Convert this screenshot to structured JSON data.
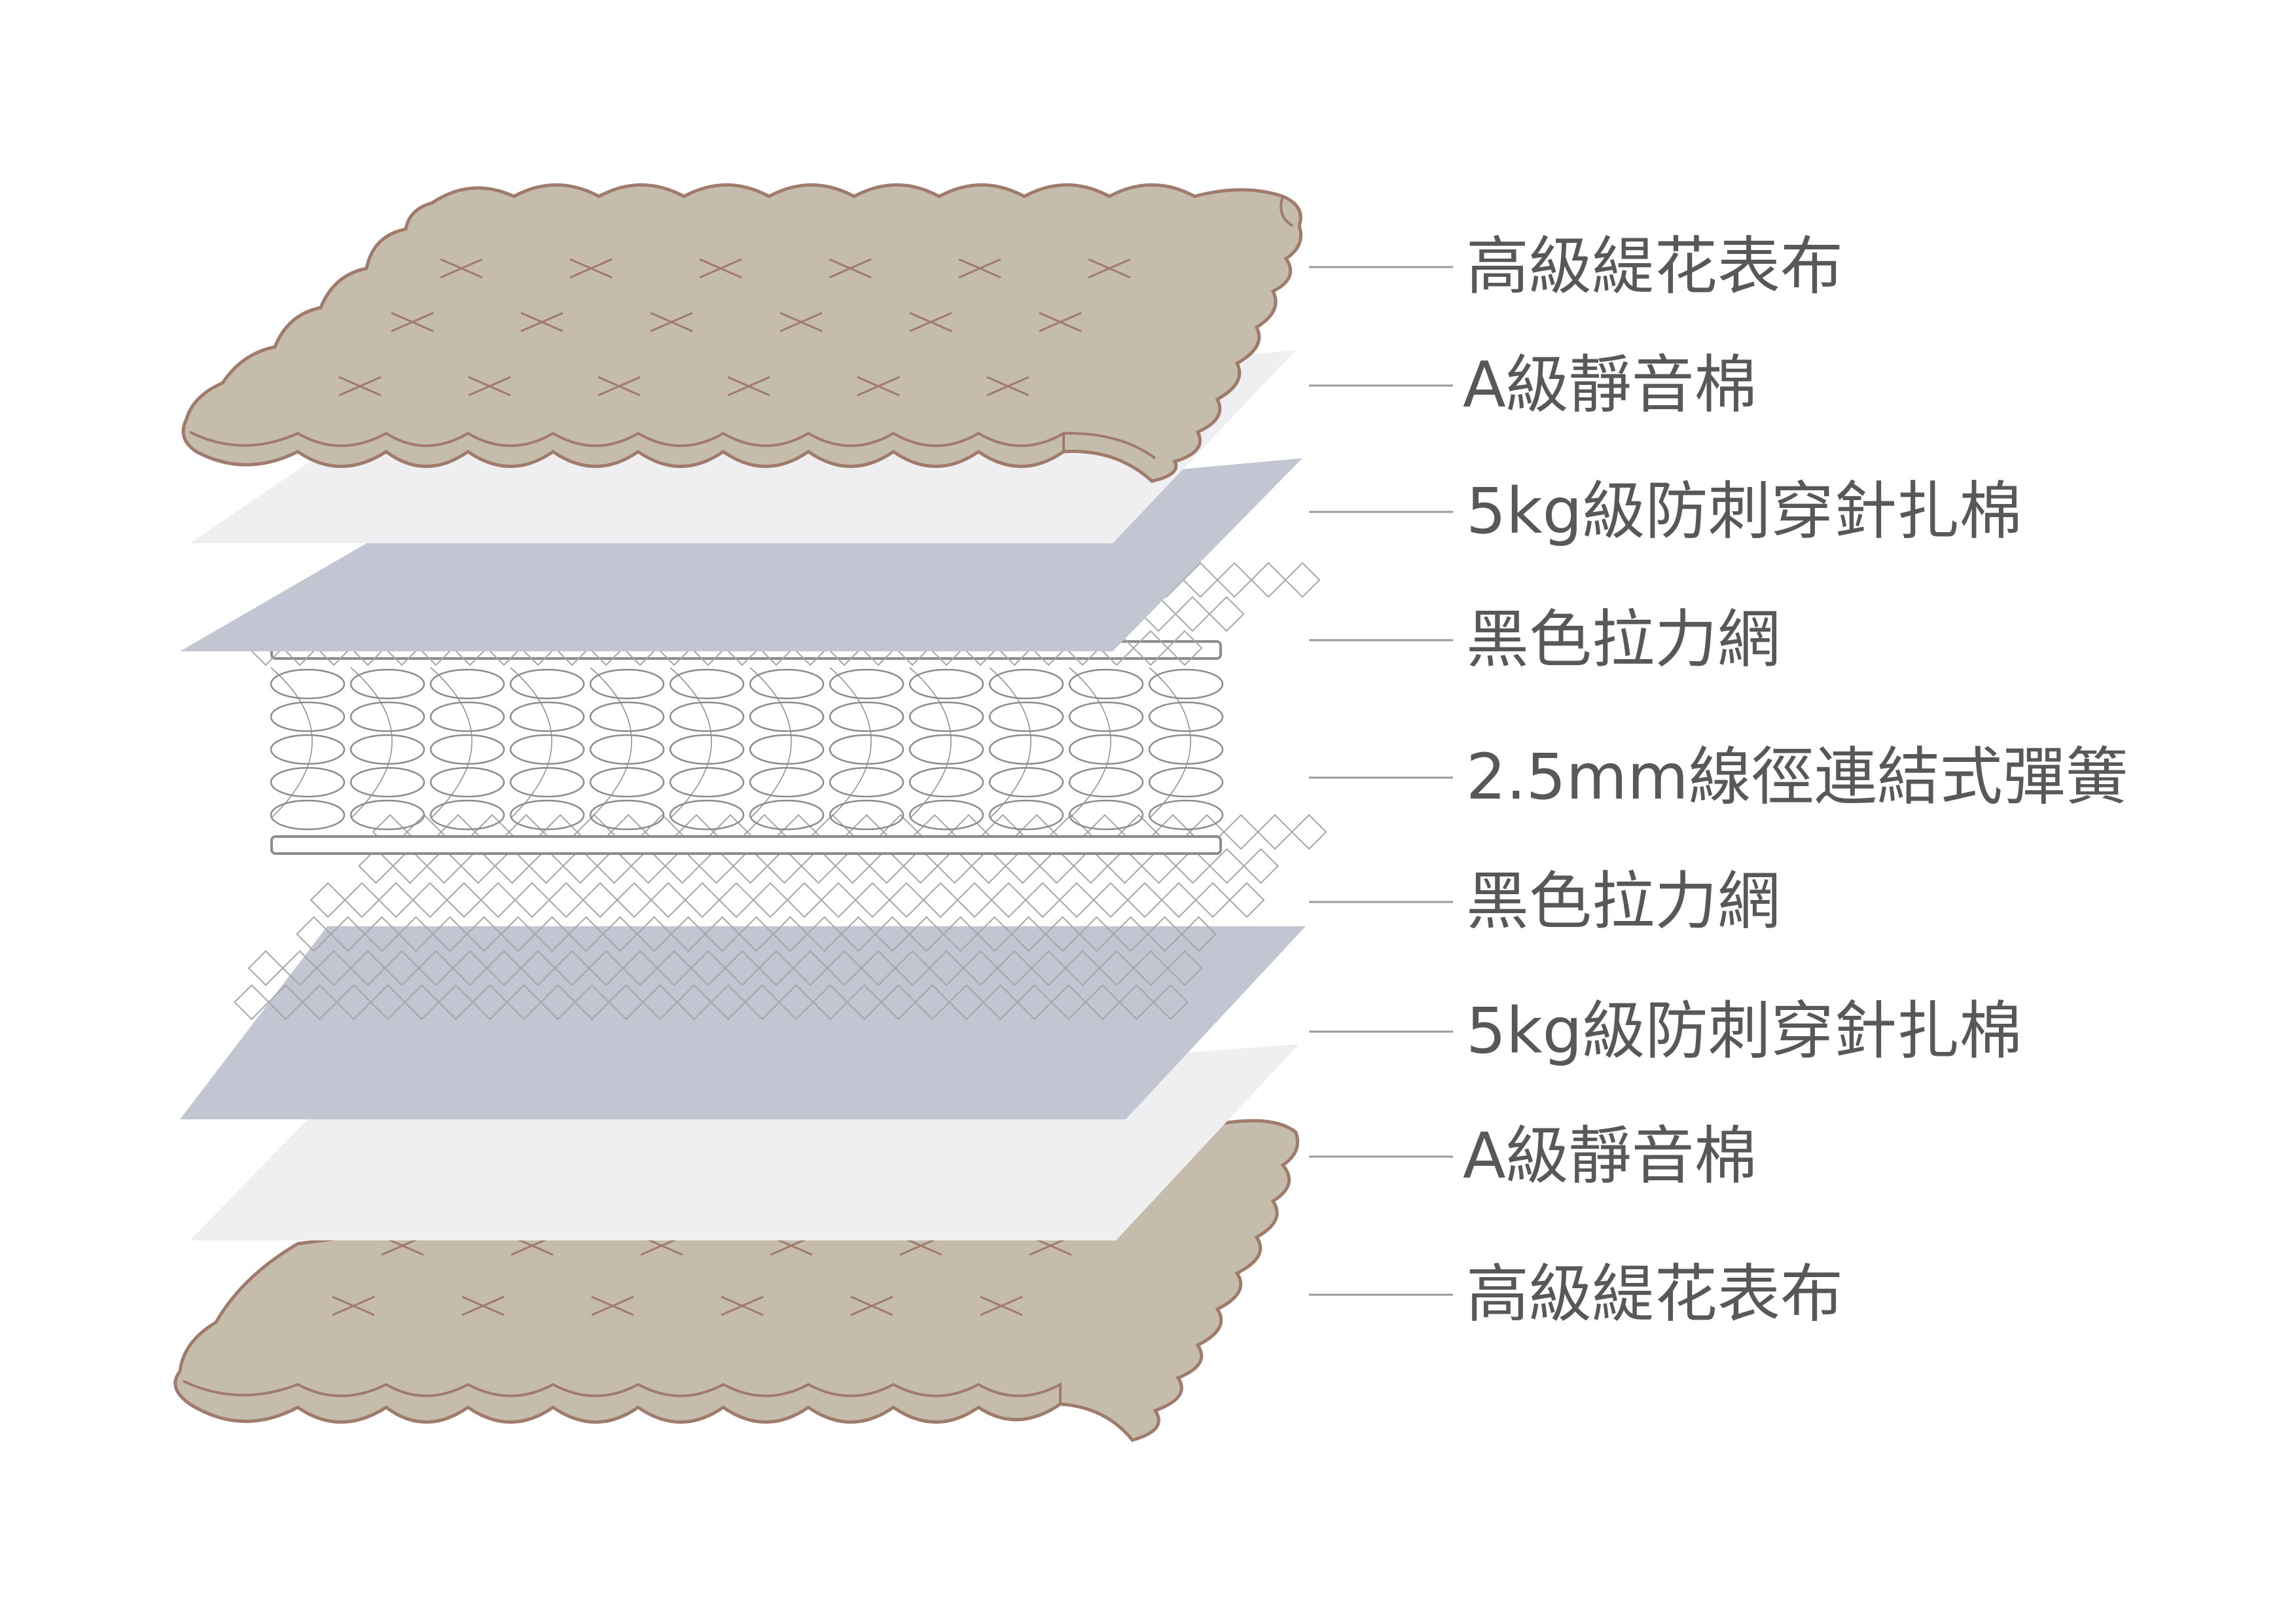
{
  "colors": {
    "fabric": "#c6bcab",
    "fabric_edge": "#9f7b6c",
    "foam": "#efeff1",
    "felt": "#c1c6d2",
    "mesh_line": "#a6a6a6",
    "spring_line": "#8c8c8c",
    "label": "#595757",
    "leader": "#9b9b9b"
  },
  "layers": [
    {
      "id": "top-fabric",
      "label": "高級緹花表布"
    },
    {
      "id": "top-foam",
      "label": "A級靜音棉"
    },
    {
      "id": "top-felt",
      "label": "5kg級防刺穿針扎棉"
    },
    {
      "id": "top-mesh",
      "label": "黑色拉力網"
    },
    {
      "id": "springs",
      "label": "2.5mm線徑連結式彈簧"
    },
    {
      "id": "bottom-mesh",
      "label": "黑色拉力網"
    },
    {
      "id": "bottom-felt",
      "label": "5kg級防刺穿針扎棉"
    },
    {
      "id": "bottom-foam",
      "label": "A級靜音棉"
    },
    {
      "id": "bottom-fabric",
      "label": "高級緹花表布"
    }
  ]
}
